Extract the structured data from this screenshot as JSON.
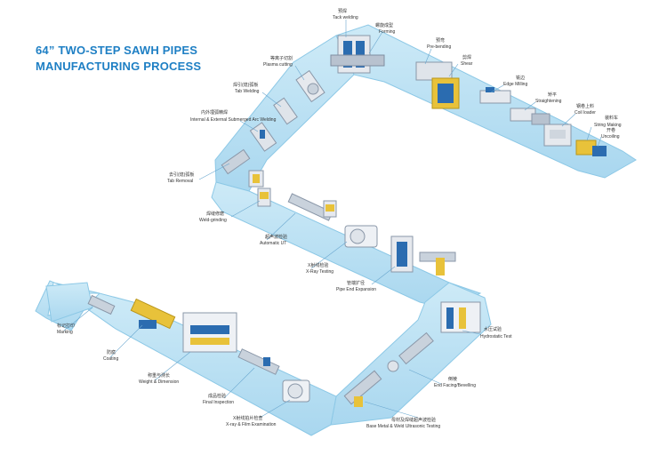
{
  "title": {
    "line1": "64”  TWO-STEP SAWH PIPES",
    "line2": "MANUFACTURING PROCESS"
  },
  "colors": {
    "belt": "#bfe2f3",
    "belt_edge": "#8cc8e6",
    "title": "#1e7fc4",
    "machine_blue": "#2b6cb0",
    "machine_yellow": "#e8c23a"
  },
  "stations": [
    {
      "id": "tack-welding",
      "cn": "预焊",
      "en": "Tack welding"
    },
    {
      "id": "forming",
      "cn": "螺旋成型",
      "en": "Forming"
    },
    {
      "id": "pre-bending",
      "cn": "预弯",
      "en": "Pre-bending"
    },
    {
      "id": "shear",
      "cn": "剪焊",
      "en": "Shear"
    },
    {
      "id": "edge-milling",
      "cn": "铣边",
      "en": "Edge Milling"
    },
    {
      "id": "straightening",
      "cn": "矫平",
      "en": "Straightening"
    },
    {
      "id": "coil-loader",
      "cn": "钢卷上料",
      "en": "Coil loader"
    },
    {
      "id": "string-making",
      "cn": "装料车",
      "en": "String Making"
    },
    {
      "id": "uncoiling",
      "cn": "开卷",
      "en": "Uncoiling"
    },
    {
      "id": "plasma-cutting",
      "cn": "等离子切割",
      "en": "Plasma cutting"
    },
    {
      "id": "tab-welding",
      "cn": "焊引(熄)弧板",
      "en": "Tab Welding"
    },
    {
      "id": "saw-welding",
      "cn": "内外埋弧精焊",
      "en": "Internal & External Submerged Arc Welding"
    },
    {
      "id": "tab-removal",
      "cn": "去引(熄)弧板",
      "en": "Tab Removal"
    },
    {
      "id": "weld-grinding",
      "cn": "焊缝修磨",
      "en": "Weld-grinding"
    },
    {
      "id": "automatic-ut",
      "cn": "超声波检验",
      "en": "Automatic UT"
    },
    {
      "id": "x-ray-testing",
      "cn": "X射线检验",
      "en": "X-Ray Testing"
    },
    {
      "id": "pipe-end-expansion",
      "cn": "管端扩径",
      "en": "Pipe End Expansion"
    },
    {
      "id": "hydrostatic-test",
      "cn": "水压试验",
      "en": "Hydrostatic Test"
    },
    {
      "id": "end-facing",
      "cn": "倒棱",
      "en": "End Facing/Bevelling"
    },
    {
      "id": "base-metal-ut",
      "cn": "母材及焊缝超声波检验",
      "en": "Base Metal & Weld Ultrasonic Testing"
    },
    {
      "id": "x-ray-film",
      "cn": "X射线拍片检查",
      "en": "X-ray & Film Examination"
    },
    {
      "id": "final-inspection",
      "cn": "成品检验",
      "en": "Final Inspection"
    },
    {
      "id": "weight-dimension",
      "cn": "称重与测长",
      "en": "Weight & Dimension"
    },
    {
      "id": "coating",
      "cn": "防腐",
      "en": "Coating"
    },
    {
      "id": "marking",
      "cn": "标记打印",
      "en": "Marking"
    }
  ]
}
